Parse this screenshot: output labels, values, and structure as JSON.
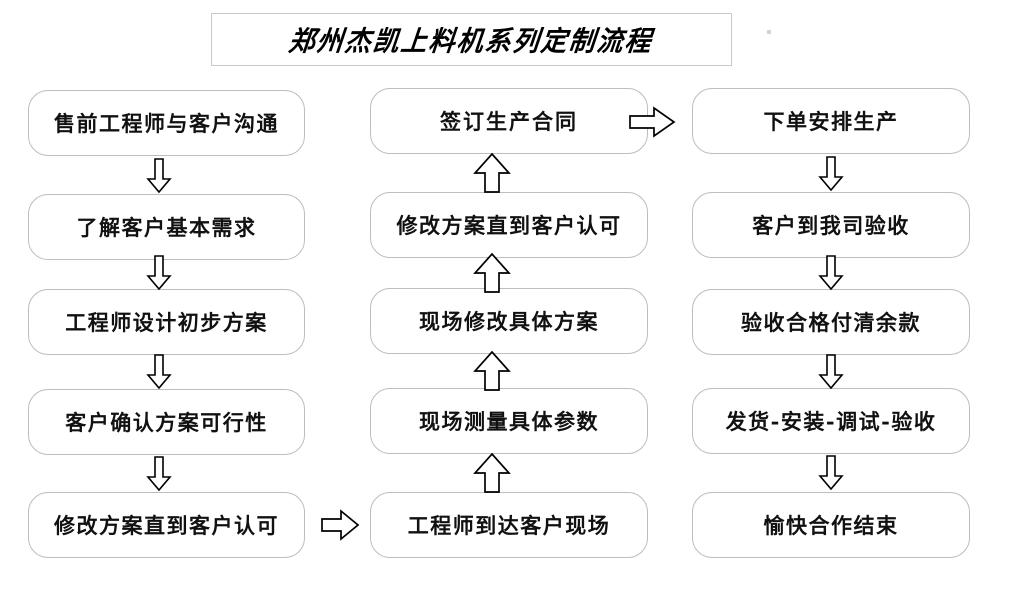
{
  "title": {
    "text": "郑州杰凯上料机系列定制流程"
  },
  "columns": [
    {
      "name": "pre-sales-column",
      "direction": "down",
      "nodes": [
        {
          "label": "售前工程师与客户沟通"
        },
        {
          "label": "了解客户基本需求"
        },
        {
          "label": "工程师设计初步方案"
        },
        {
          "label": "客户确认方案可行性"
        },
        {
          "label": "修改方案直到客户认可"
        }
      ]
    },
    {
      "name": "on-site-column",
      "direction": "up",
      "nodes": [
        {
          "label": "签订生产合同"
        },
        {
          "label": "修改方案直到客户认可"
        },
        {
          "label": "现场修改具体方案"
        },
        {
          "label": "现场测量具体参数"
        },
        {
          "label": "工程师到达客户现场"
        }
      ]
    },
    {
      "name": "production-column",
      "direction": "down",
      "nodes": [
        {
          "label": "下单安排生产"
        },
        {
          "label": "客户到我司验收"
        },
        {
          "label": "验收合格付清余款"
        },
        {
          "label": "发货-安装-调试-验收"
        },
        {
          "label": "愉快合作结束"
        }
      ]
    }
  ],
  "connectors": [
    {
      "name": "col1-to-col2",
      "icon": "arrow-right-icon"
    },
    {
      "name": "col2-to-col3",
      "icon": "arrow-right-icon"
    }
  ],
  "colors": {
    "box_border": "#bdbdbd",
    "title_border": "#c9c9c9",
    "text": "#111111",
    "arrow_stroke": "#000000",
    "background": "#ffffff"
  }
}
